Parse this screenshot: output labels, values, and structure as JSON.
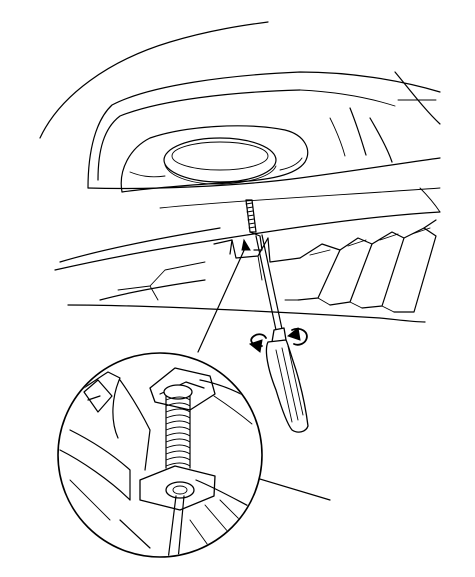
{
  "figure": {
    "caption": "",
    "colors": {
      "line": "#000000",
      "background": "#ffffff"
    },
    "parts": [
      {
        "id": "bumper-body",
        "label": ""
      },
      {
        "id": "exhaust-opening",
        "label": ""
      },
      {
        "id": "grille-fins",
        "label": ""
      },
      {
        "id": "adjusting-screw",
        "label": ""
      },
      {
        "id": "screwdriver",
        "label": ""
      },
      {
        "id": "rotation-arrows",
        "label": ""
      },
      {
        "id": "detail-magnifier",
        "label": ""
      },
      {
        "id": "leader-line",
        "label": ""
      }
    ]
  }
}
